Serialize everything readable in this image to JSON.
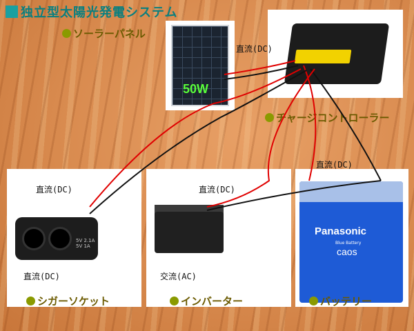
{
  "title": "独立型太陽光発電システム",
  "labels": {
    "solar_panel": "ソーラーパネル",
    "charge_controller": "チャージコントローラー",
    "cigar_socket": "シガーソケット",
    "inverter": "インバーター",
    "battery": "バッテリー"
  },
  "panel_rating": "50W",
  "current_labels": {
    "panel_to_controller": "直流(DC)",
    "controller_to_battery": "直流(DC)",
    "to_cigar_socket": "直流(DC)",
    "to_inverter": "直流(DC)",
    "cigar_output": "直流(DC)",
    "inverter_output": "交流(AC)"
  },
  "battery": {
    "brand": "Panasonic",
    "subtitle": "Blue Battery",
    "model": "caos"
  },
  "cigar_socket_usb": "5V 2.1A\n5V 1A",
  "colors": {
    "title": "#0a7f7f",
    "label_dot": "#8a9a00",
    "wire_red": "#e00000",
    "wire_black": "#111111"
  }
}
